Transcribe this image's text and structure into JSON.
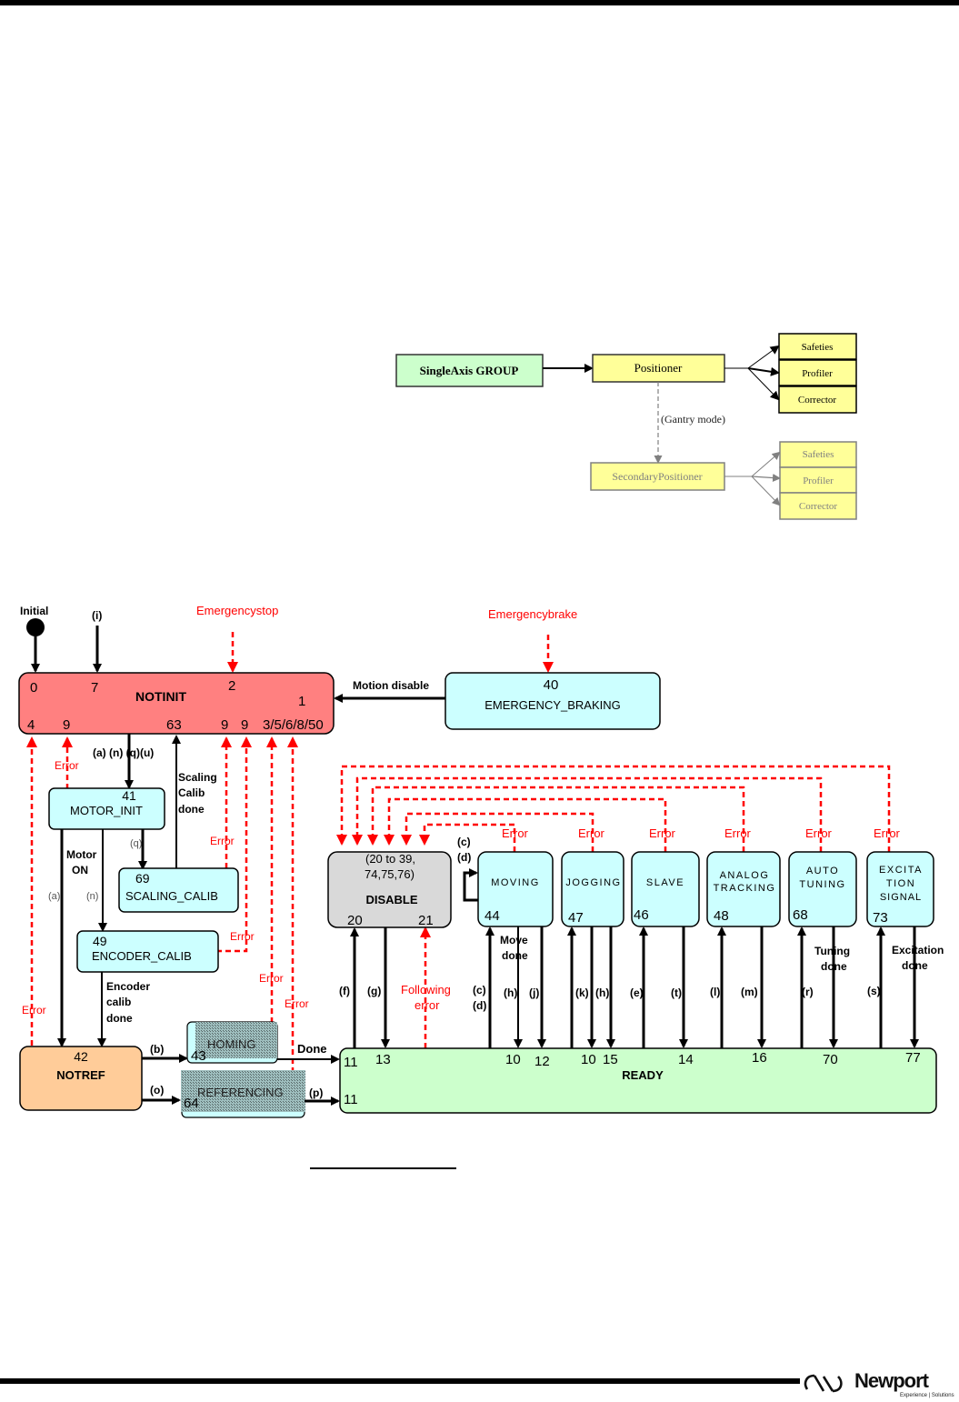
{
  "header": {},
  "footer": {
    "logo_name": "Newport",
    "logo_tagline": "Experience | Solutions"
  },
  "structure_diagram": {
    "group": "SingleAxis GROUP",
    "positioner": "Positioner",
    "positioner_children": [
      "Safeties",
      "Profiler",
      "Corrector"
    ],
    "gantry_label": "(Gantry mode)",
    "secondary_positioner": "SecondaryPositioner",
    "secondary_children": [
      "Safeties",
      "Profiler",
      "Corrector"
    ]
  },
  "colors": {
    "notinit": "#ff8080",
    "state_cyan": "#ccffff",
    "disable": "#d9d9d9",
    "ready": "#ccffcc",
    "notref": "#ffcc99",
    "group": "#ccffcc",
    "positioner": "#ffff99",
    "error_red": "#ff0000"
  },
  "state_diagram": {
    "initial_label": "Initial",
    "i_label": "(i)",
    "emergency_stop": "Emergencystop",
    "emergency_brake": "Emergencybrake",
    "motion_disable": "Motion disable",
    "notinit": {
      "name": "NOTINIT",
      "codes_top": [
        "0",
        "7",
        "2",
        "1"
      ],
      "codes_bottom": [
        "4",
        "9",
        "63",
        "9",
        "9",
        "3/5/6/8/50"
      ]
    },
    "emergency_braking": {
      "code": "40",
      "name": "EMERGENCY_BRAKING"
    },
    "motor_init": {
      "code": "41",
      "name": "MOTOR_INIT",
      "in_label": "(a) (n) (q)(u)",
      "error": "Error"
    },
    "scaling_calib": {
      "code": "69",
      "name": "SCALING_CALIB",
      "in_label": "(q)",
      "done_label": [
        "Scaling",
        "Calib",
        "done"
      ],
      "error": "Error"
    },
    "encoder_calib": {
      "code": "49",
      "name": "ENCODER_CALIB",
      "in_label": "(n)",
      "done_label": [
        "Encoder",
        "calib",
        "done"
      ],
      "error": "Error"
    },
    "motor_on_label": [
      "Motor",
      "ON"
    ],
    "a_label": "(a)",
    "notref": {
      "code": "42",
      "name": "NOTREF",
      "error": "Error"
    },
    "homing": {
      "code": "43",
      "name": "HOMING",
      "in_label": "(b)",
      "done_label": "Done",
      "error": "Error"
    },
    "referencing": {
      "code": "64",
      "name": "REFERENCING",
      "in_label": "(o)",
      "out_label": "(p)",
      "error": "Error"
    },
    "disable": {
      "codes": "(20 to 39,",
      "codes2": "74,75,76)",
      "name": "DISABLE",
      "code_left": "20",
      "code_right": "21"
    },
    "moving": {
      "code": "44",
      "name": "MOVING",
      "self_loop": [
        "(c)",
        "(d)"
      ],
      "done_label": [
        "Move",
        "done"
      ],
      "error": "Error"
    },
    "jogging": {
      "code": "47",
      "name": "JOGGING",
      "error": "Error"
    },
    "slave": {
      "code": "46",
      "name": "SLAVE",
      "error": "Error"
    },
    "analog_tracking": {
      "code": "48",
      "name_lines": [
        "ANALOG",
        "TRACKING"
      ],
      "error": "Error"
    },
    "auto_tuning": {
      "code": "68",
      "name_lines": [
        "AUTO",
        "TUNING"
      ],
      "done_label": [
        "Tuning",
        "done"
      ],
      "error": "Error"
    },
    "excitation_signal": {
      "code": "73",
      "name_lines": [
        "EXCITA",
        "TION",
        "SIGNAL"
      ],
      "done_label": [
        "Excitation",
        "done"
      ],
      "error": "Error"
    },
    "ready": {
      "name": "READY",
      "codes_top": [
        "11",
        "13",
        "10",
        "12",
        "10",
        "15",
        "14",
        "16",
        "70",
        "77"
      ],
      "code_bottom": "11"
    },
    "transition_labels": {
      "f": "(f)",
      "g": "(g)",
      "following_error": [
        "Following",
        "error"
      ],
      "cd": [
        "(c)",
        "(d)"
      ],
      "h1": "(h)",
      "j": "(j)",
      "k": "(k)",
      "h2": "(h)",
      "e": "(e)",
      "t": "(t)",
      "l": "(l)",
      "m": "(m)",
      "r": "(r)",
      "s": "(s)"
    }
  }
}
